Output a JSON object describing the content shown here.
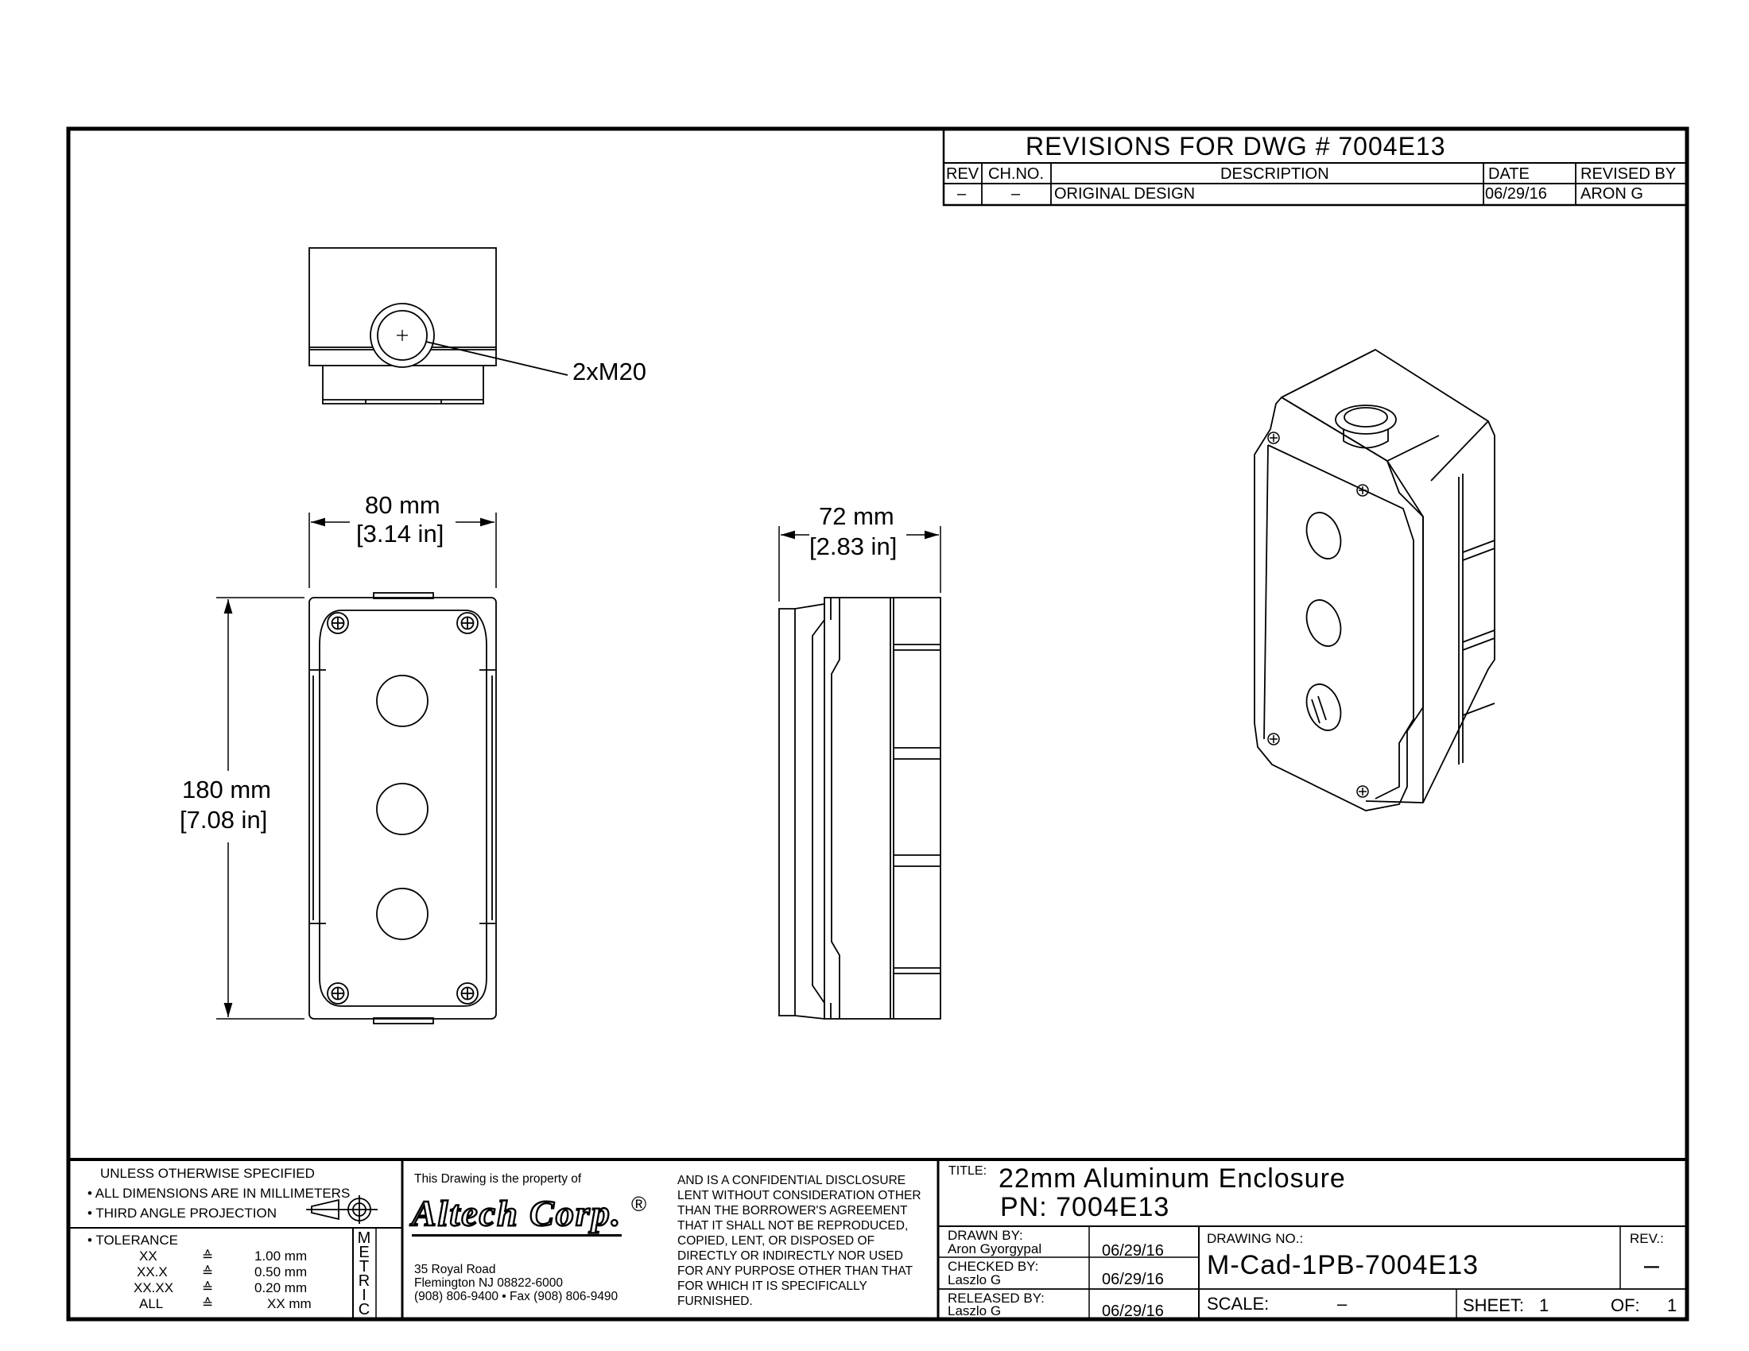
{
  "revisions": {
    "heading": "REVISIONS FOR DWG # 7004E13",
    "columns": [
      "REV",
      "CH.NO.",
      "DESCRIPTION",
      "DATE",
      "REVISED BY"
    ],
    "rows": [
      {
        "rev": "–",
        "chno": "–",
        "description": "ORIGINAL DESIGN",
        "date": "06/29/16",
        "revised_by": "ARON G"
      }
    ]
  },
  "views": {
    "top": {
      "thread_callout": "2xM20"
    },
    "front": {
      "width": "80 mm",
      "width_in": "[3.14 in]",
      "height": "180 mm",
      "height_in": "[7.08 in]"
    },
    "side": {
      "depth": "72 mm",
      "depth_in": "[2.83 in]"
    }
  },
  "spec_block": {
    "heading": "UNLESS OTHERWISE SPECIFIED",
    "line1": "• ALL DIMENSIONS ARE IN MILLIMETERS",
    "line2": "• THIRD ANGLE PROJECTION",
    "tolerance_label": "• TOLERANCE",
    "tolerances": [
      {
        "key": "XX",
        "sym": "≙",
        "value": "1.00 mm"
      },
      {
        "key": "XX.X",
        "sym": "≙",
        "value": "0.50 mm"
      },
      {
        "key": "XX.XX",
        "sym": "≙",
        "value": "0.20 mm"
      },
      {
        "key": "ALL",
        "sym": "≙",
        "value": "XX mm"
      }
    ],
    "metric": [
      "M",
      "E",
      "T",
      "R",
      "I",
      "C"
    ]
  },
  "company": {
    "property_text": "This Drawing is the property of",
    "logo": "Altech Corp.",
    "registered": "®",
    "address1": "35 Royal Road",
    "address2": "Flemington NJ 08822-6000",
    "phone": "(908) 806-9400 • Fax (908) 806-9490",
    "disclaimer": "AND IS A CONFIDENTIAL DISCLOSURE\nLENT WITHOUT CONSIDERATION OTHER\nTHAN THE BORROWER'S AGREEMENT\nTHAT IT SHALL NOT BE REPRODUCED,\nCOPIED, LENT, OR DISPOSED OF\nDIRECTLY OR INDIRECTLY NOR USED\nFOR ANY PURPOSE OTHER THAN THAT\nFOR WHICH IT IS SPECIFICALLY\nFURNISHED."
  },
  "title_block": {
    "title_label": "TITLE:",
    "title": "22mm Aluminum Enclosure",
    "pn": "PN: 7004E13",
    "drawn_label": "DRAWN BY:",
    "drawn_name": "Aron Gyorgypal",
    "drawn_date": "06/29/16",
    "checked_label": "CHECKED BY:",
    "checked_name": "Laszlo G",
    "checked_date": "06/29/16",
    "released_label": "RELEASED BY:",
    "released_name": "Laszlo G",
    "released_date": "06/29/16",
    "drawing_no_label": "DRAWING NO.:",
    "drawing_no": "M-Cad-1PB-7004E13",
    "rev_label": "REV.:",
    "rev": "–",
    "scale_label": "SCALE:",
    "scale": "–",
    "sheet_label": "SHEET:",
    "sheet": "1",
    "of_label": "OF:",
    "of": "1"
  }
}
